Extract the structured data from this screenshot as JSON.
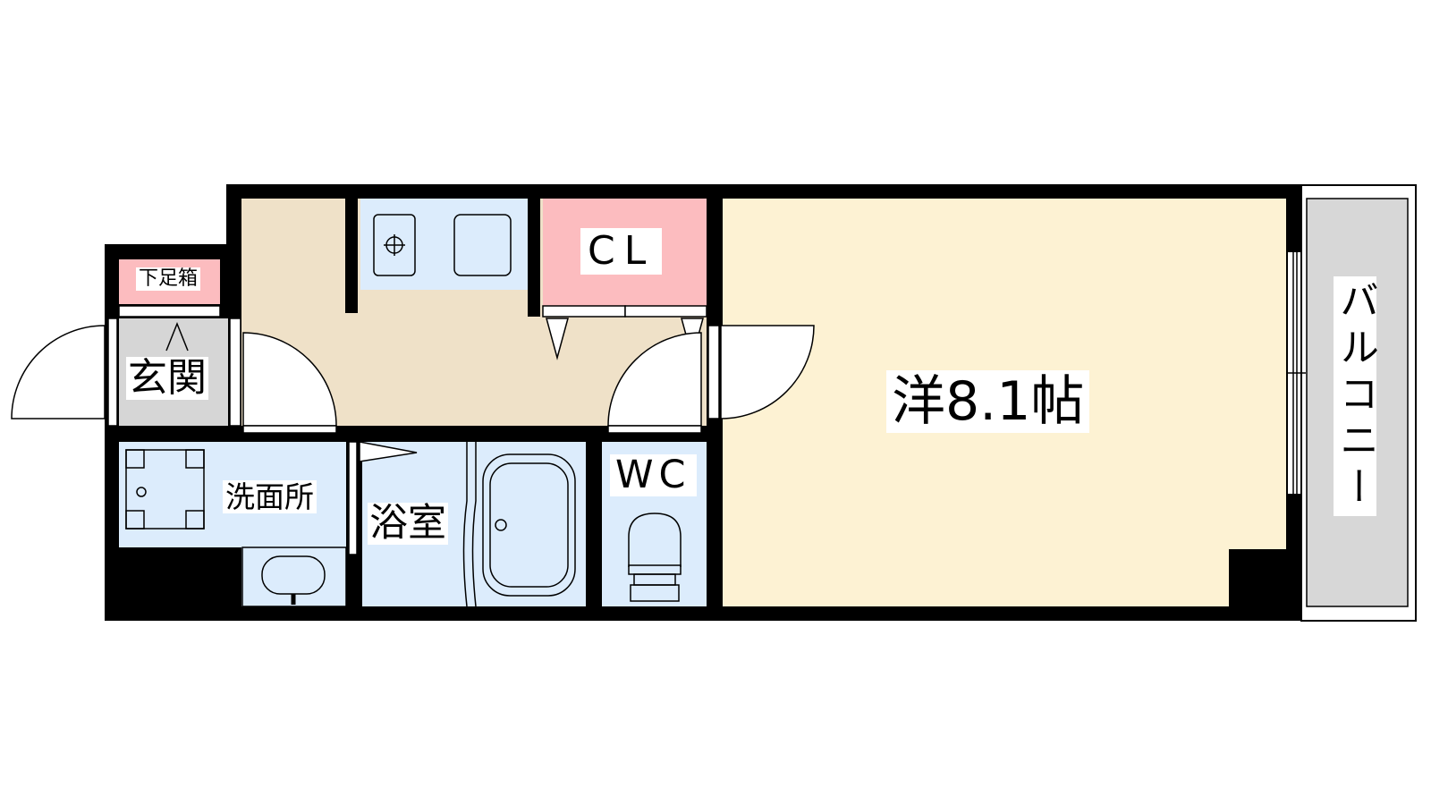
{
  "rooms": {
    "western": "洋8.1帖",
    "closet": "CL",
    "shoe_box": "下足箱",
    "entrance": "玄関",
    "washroom": "洗面所",
    "bathroom": "浴室",
    "toilet": "WC",
    "balcony": "バルコニー"
  },
  "colors": {
    "wall": "#000000",
    "western_floor": "#fdf2d3",
    "corridor_floor": "#efe1c8",
    "wet_area": "#dcecfc",
    "closet_fill": "#fcbcbf",
    "entrance_floor": "#d6d6d6",
    "balcony_fill": "#d7d7d7"
  }
}
